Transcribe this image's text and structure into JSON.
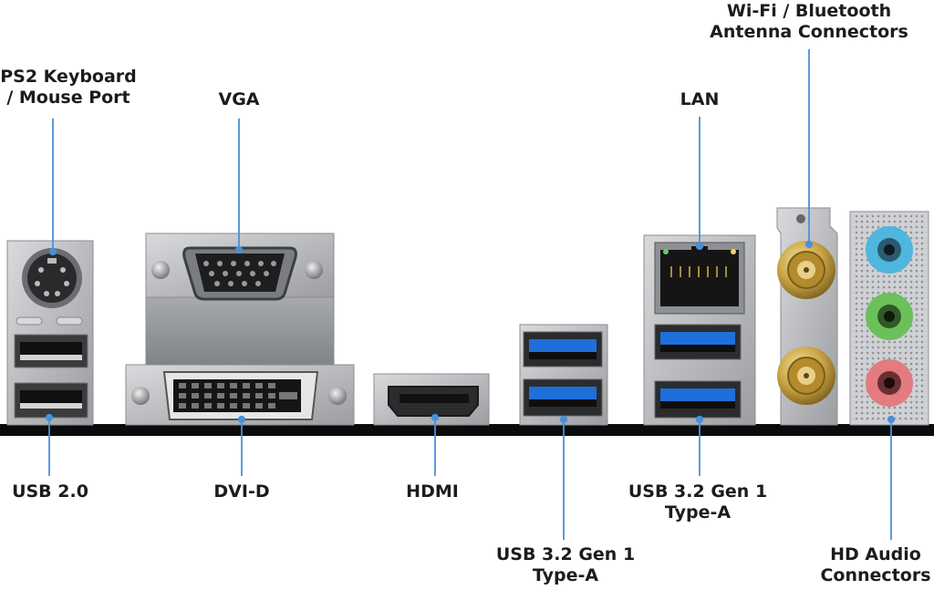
{
  "labels": {
    "ps2": {
      "line1": "PS2 Keyboard",
      "line2": "/ Mouse Port"
    },
    "vga": {
      "line1": "VGA"
    },
    "lan": {
      "line1": "LAN"
    },
    "antenna": {
      "line1": "Wi-Fi / Bluetooth",
      "line2": "Antenna Connectors"
    },
    "usb2": {
      "line1": "USB 2.0"
    },
    "dvid": {
      "line1": "DVI-D"
    },
    "hdmi": {
      "line1": "HDMI"
    },
    "usb32_lan": {
      "line1": "USB 3.2 Gen 1",
      "line2": "Type-A"
    },
    "usb32_mid": {
      "line1": "USB 3.2 Gen 1",
      "line2": "Type-A"
    },
    "audio": {
      "line1": "HD Audio",
      "line2": "Connectors"
    }
  },
  "colors": {
    "leader_line": "#4a90d9",
    "usb3_blue": "#1e6fd9",
    "audio_blue": "#4fb6dd",
    "audio_green": "#6cc05a",
    "audio_pink": "#e37b7f",
    "gold": "#c9a545",
    "io_shield_bar": "#0b0b0b",
    "label_text": "#1c1c1c"
  }
}
